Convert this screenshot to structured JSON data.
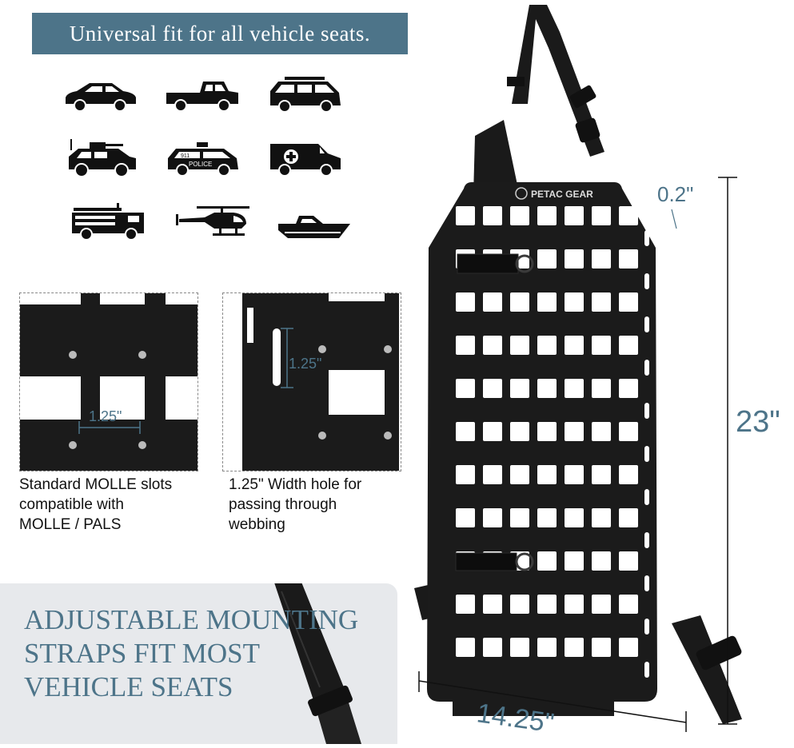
{
  "banner": {
    "text": "Universal fit for all vehicle seats."
  },
  "vehicle_icons": [
    "sedan-icon",
    "pickup-truck-icon",
    "suv-icon",
    "military-vehicle-icon",
    "police-car-icon",
    "ambulance-icon",
    "fire-truck-icon",
    "helicopter-icon",
    "boat-icon"
  ],
  "police_badge": {
    "number": "911",
    "text": "POLICE"
  },
  "molle_detail": {
    "measure": "1.25\"",
    "caption": [
      "Standard MOLLE slots",
      "compatible with",
      "MOLLE / PALS"
    ]
  },
  "width_hole_detail": {
    "measure": "1.25\"",
    "caption": [
      "1.25\" Width hole for",
      "passing through",
      "webbing"
    ]
  },
  "straps_callout": {
    "lines": [
      "ADJUSTABLE MOUNTING",
      "STRAPS FIT MOST",
      "VEHICLE SEATS"
    ]
  },
  "product": {
    "brand": "PETAC GEAR",
    "thickness": "0.2\"",
    "height": "23\"",
    "width": "14.25\""
  },
  "colors": {
    "banner_bg": "#4d7489",
    "accent_text": "#4d7489",
    "panel_bg": "#e7e9ec",
    "product_black": "#1b1b1b"
  }
}
